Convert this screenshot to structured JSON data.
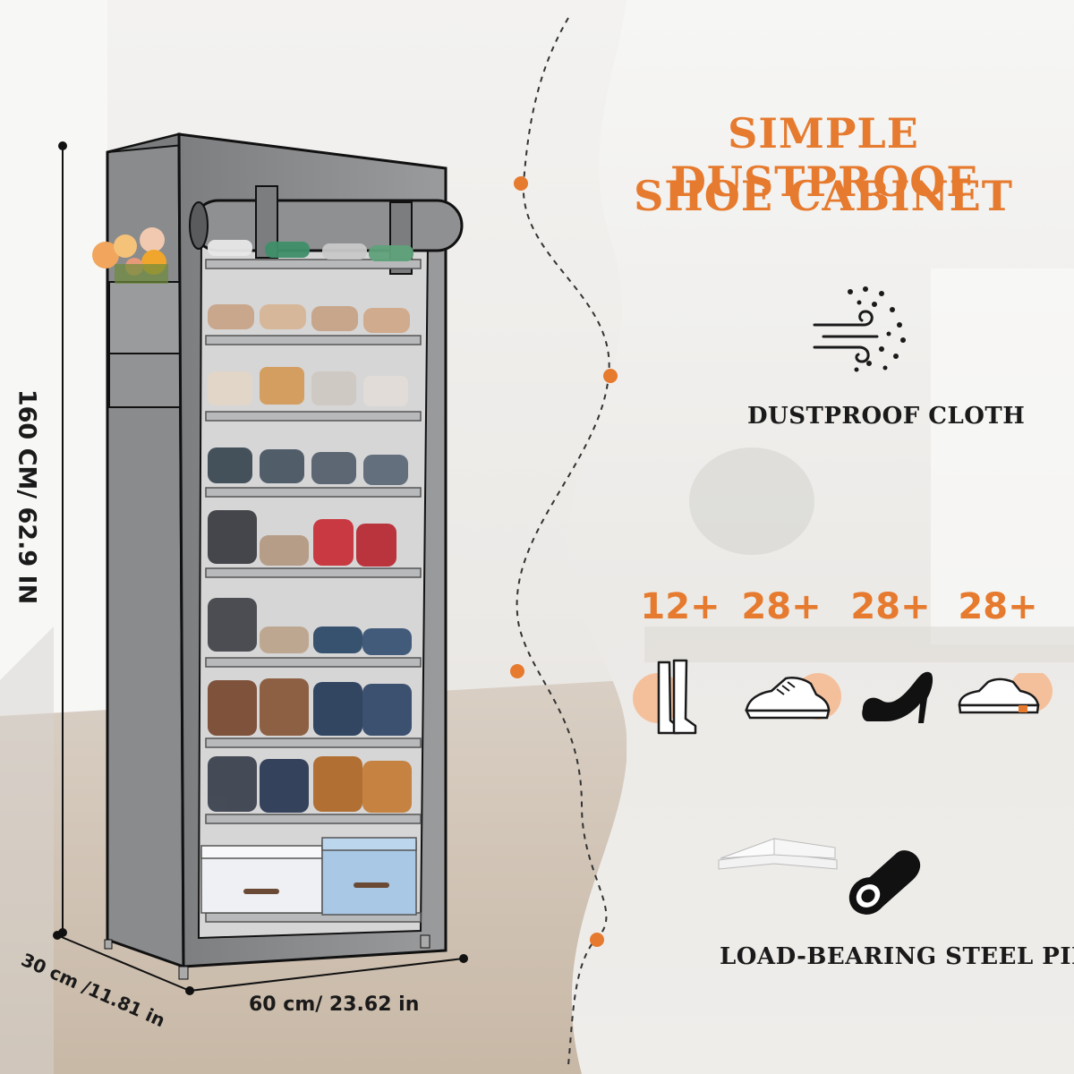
{
  "title_line1": "SIMPLE DUSTPROOF",
  "title_line2": "SHOE CABINET",
  "features": {
    "dustproof": {
      "label": "DUSTPROOF CLOTH",
      "icon": "dust-wind-icon"
    },
    "steel_pipe": {
      "label": "LOAD-BEARING STEEL PIPE",
      "icon": "steel-pipe-icon"
    }
  },
  "capacity": [
    {
      "count": "12+",
      "icon": "boot-icon"
    },
    {
      "count": "28+",
      "icon": "sneaker-icon"
    },
    {
      "count": "28+",
      "icon": "high-heel-icon"
    },
    {
      "count": "28+",
      "icon": "flat-shoe-icon"
    }
  ],
  "dimensions": {
    "height": "160 CM/ 62.9 IN",
    "width": "60 cm/ 23.62 in",
    "depth": "30 cm /11.81 in"
  },
  "colors": {
    "accent": "#E67A2E",
    "cabinet_grey": "#8E8F91",
    "text": "#1a1a1a"
  }
}
